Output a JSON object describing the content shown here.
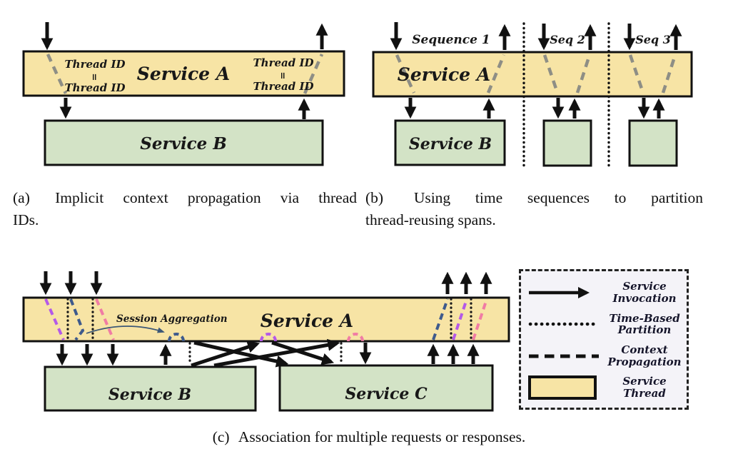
{
  "figure": {
    "description": "Three-panel diagram about tracing service threads",
    "colors": {
      "service_thread_fill": "#f7e4a5",
      "service_box_fill": "#d3e3c6",
      "box_border": "#111111",
      "context_dash_gray": "#8e8e85",
      "propagation_purple": "#b459e8",
      "propagation_blue": "#3e5a8c",
      "propagation_pink": "#f07ca4",
      "legend_background": "#f4f3f8",
      "session_arrow": "#3d5877"
    }
  },
  "panel_a": {
    "service_a": "Service A",
    "service_b": "Service B",
    "thread_id": "Thread ID",
    "equals": "=",
    "caption_tag": "(a)",
    "caption_line1": "Implicit context propagation via thread",
    "caption_line2": "IDs."
  },
  "panel_b": {
    "service_a": "Service A",
    "service_b": "Service B",
    "sequence1": "Sequence 1",
    "seq2": "Seq 2",
    "seq3": "Seq 3",
    "caption_tag": "(b)",
    "caption_line1": "Using time sequences to partition",
    "caption_line2": "thread-reusing spans."
  },
  "panel_c": {
    "service_a": "Service A",
    "service_b": "Service B",
    "service_c": "Service C",
    "session_aggregation": "Session Aggregation",
    "caption_tag": "(c)",
    "caption_text": "Association for multiple requests or responses."
  },
  "legend": {
    "items": [
      {
        "symbol": "service-invocation-arrow",
        "label": "Service Invocation"
      },
      {
        "symbol": "time-based-partition-dotted-line",
        "label": "Time-Based Partition"
      },
      {
        "symbol": "context-propagation-dashed-line",
        "label": "Context Propagation"
      },
      {
        "symbol": "service-thread-box",
        "label": "Service Thread"
      }
    ]
  }
}
